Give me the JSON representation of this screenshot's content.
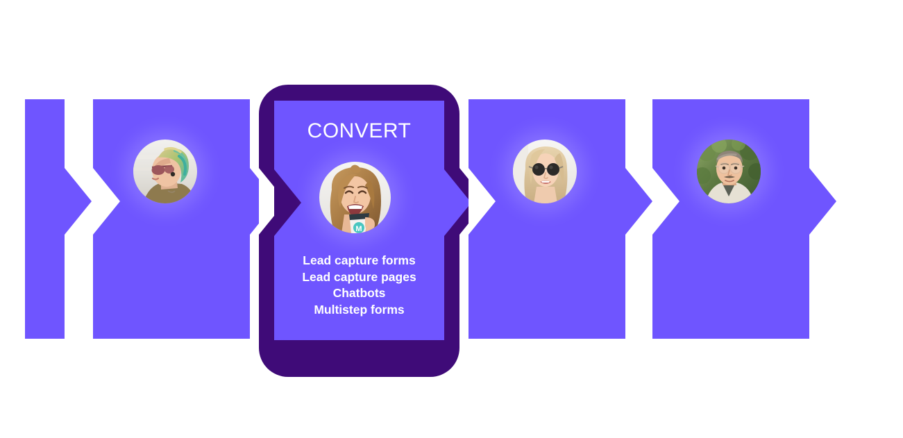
{
  "diagram": {
    "type": "horizontal-funnel-flow",
    "background_color": "#FFFFFF",
    "card_color": "#6F55FF",
    "highlight_frame_color": "#3F0B78",
    "text_color": "#FFFFFF",
    "stage_count": 5,
    "active_stage_index": 2
  },
  "stages": [
    {
      "id": "stage-1",
      "title": "",
      "active": false,
      "clipped": true,
      "avatar": null
    },
    {
      "id": "stage-2",
      "title": "",
      "active": false,
      "clipped": false,
      "avatar": {
        "name": "avatar-woman-green-hair-sunglasses",
        "description": "Woman in profile with green and blonde braided hair wearing sunglasses"
      }
    },
    {
      "id": "stage-3",
      "title": "CONVERT",
      "active": true,
      "clipped": false,
      "avatar": {
        "name": "avatar-woman-laughing-coffee",
        "description": "Laughing woman with wavy blonde hair holding a coffee cup"
      },
      "features": [
        "Lead capture forms",
        "Lead capture pages",
        "Chatbots",
        "Multistep forms"
      ]
    },
    {
      "id": "stage-4",
      "title": "",
      "active": false,
      "clipped": false,
      "avatar": {
        "name": "avatar-blonde-woman-round-sunglasses",
        "description": "Blonde woman wearing round dark sunglasses"
      }
    },
    {
      "id": "stage-5",
      "title": "",
      "active": false,
      "clipped": true,
      "avatar": {
        "name": "avatar-man-glasses-mustache",
        "description": "Man with glasses and mustache in front of green foliage"
      }
    }
  ]
}
